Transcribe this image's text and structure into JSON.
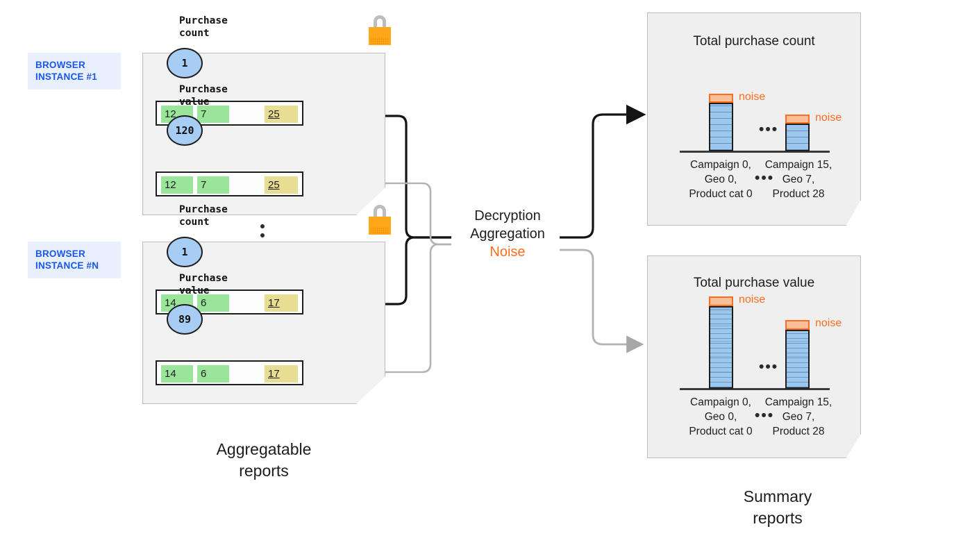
{
  "diagram": {
    "left_caption": "Aggregatable\nreports",
    "right_caption": "Summary\nreports",
    "process": {
      "line1": "Decryption",
      "line2": "Aggregation",
      "line3": "Noise",
      "noise_color": "#ff6d1f"
    },
    "ellipsis_between_instances": "⋮"
  },
  "browser_instances": [
    {
      "badge": "BROWSER\nINSTANCE #1",
      "lock_icon": "padlock-icon",
      "metrics": [
        {
          "label": "Purchase\ncount",
          "value": "1",
          "payload": {
            "green_cells": [
              "12",
              "7"
            ],
            "yellow_cell": "25"
          }
        },
        {
          "label": "Purchase\nvalue",
          "value": "120",
          "payload": {
            "green_cells": [
              "12",
              "7"
            ],
            "yellow_cell": "25"
          }
        }
      ]
    },
    {
      "badge": "BROWSER\nINSTANCE #N",
      "lock_icon": "padlock-icon",
      "metrics": [
        {
          "label": "Purchase\ncount",
          "value": "1",
          "payload": {
            "green_cells": [
              "14",
              "6"
            ],
            "yellow_cell": "17"
          }
        },
        {
          "label": "Purchase\nvalue",
          "value": "89",
          "payload": {
            "green_cells": [
              "14",
              "6"
            ],
            "yellow_cell": "17"
          }
        }
      ]
    }
  ],
  "summary_reports": [
    {
      "title": "Total purchase count",
      "noise_label_1": "noise",
      "noise_label_2": "noise",
      "middle_dots": "•••",
      "label_dots": "•••",
      "cat1": "Campaign 0,\nGeo 0,\nProduct cat 0",
      "cat2": "Campaign 15,\nGeo 7,\nProduct 28"
    },
    {
      "title": "Total purchase value",
      "noise_label_1": "noise",
      "noise_label_2": "noise",
      "middle_dots": "•••",
      "label_dots": "•••",
      "cat1": "Campaign 0,\nGeo 0,\nProduct cat 0",
      "cat2": "Campaign 15,\nGeo 7,\nProduct 28"
    }
  ],
  "chart_data": [
    {
      "type": "bar",
      "title": "Total purchase count",
      "categories": [
        "Campaign 0, Geo 0, Product cat 0",
        "Campaign 15, Geo 7, Product 28"
      ],
      "values": [
        62,
        42
      ],
      "noise_values": [
        8,
        8
      ],
      "xlabel": "",
      "ylabel": "",
      "ylim": [
        0,
        90
      ],
      "grid": false,
      "legend": "none",
      "annotations": [
        "noise",
        "noise",
        "•••"
      ],
      "bar_color": "#9cc8f0",
      "noise_color": "#fbbf9a"
    },
    {
      "type": "bar",
      "title": "Total purchase value",
      "categories": [
        "Campaign 0, Geo 0, Product cat 0",
        "Campaign 15, Geo 7, Product 28"
      ],
      "values": [
        118,
        88
      ],
      "noise_values": [
        12,
        12
      ],
      "xlabel": "",
      "ylabel": "",
      "ylim": [
        0,
        150
      ],
      "grid": false,
      "legend": "none",
      "annotations": [
        "noise",
        "noise",
        "•••"
      ],
      "bar_color": "#9cc8f0",
      "noise_color": "#fbbf9a"
    }
  ],
  "colors": {
    "badge_bg": "#e8f0fe",
    "badge_text": "#1a56f0",
    "card_bg": "#f1f1f1",
    "green_cell": "#9be49b",
    "yellow_cell": "#e8de93",
    "node_blue": "#a8cdf5",
    "lock_orange": "#ffa71a",
    "noise_orange": "#ff6d1f"
  }
}
